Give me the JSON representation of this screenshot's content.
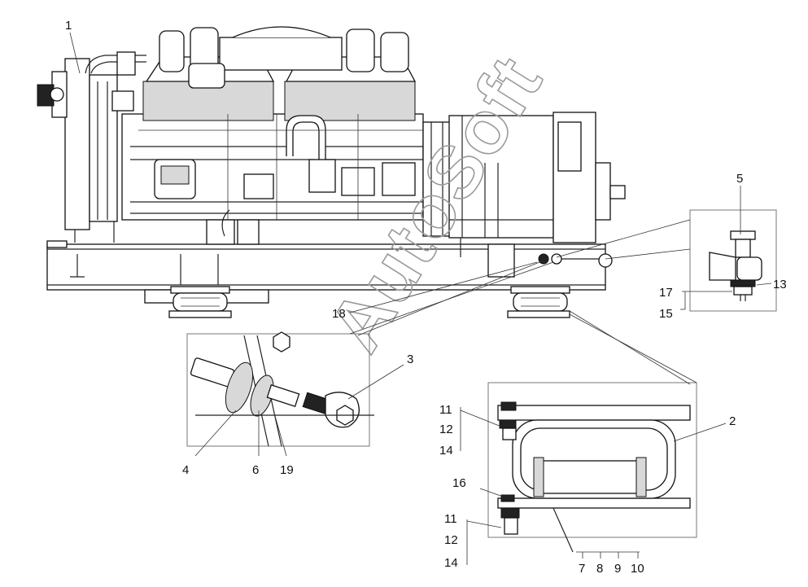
{
  "watermark": "AutoSoft",
  "callouts": {
    "c1": "1",
    "c2": "2",
    "c3": "3",
    "c4": "4",
    "c5": "5",
    "c6": "6",
    "c7": "7",
    "c8": "8",
    "c9": "9",
    "c10": "10",
    "c11a": "11",
    "c12a": "12",
    "c14a": "14",
    "c11b": "11",
    "c12b": "12",
    "c14b": "14",
    "c13": "13",
    "c15": "15",
    "c16": "16",
    "c17": "17",
    "c18": "18",
    "c19": "19"
  }
}
